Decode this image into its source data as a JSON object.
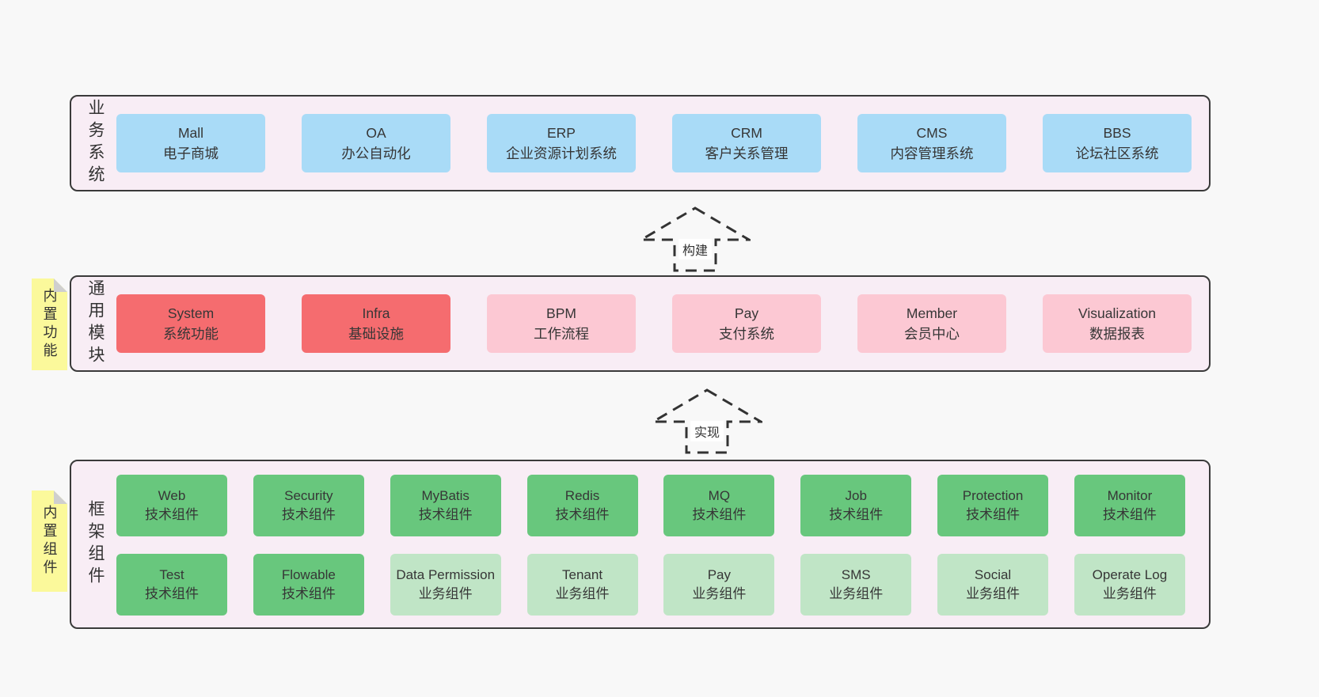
{
  "colors": {
    "page_bg": "#f8f8f8",
    "panel_bg": "#f8edf5",
    "panel_border": "#3a3a3a",
    "blue_box": "#a9dbf7",
    "red_box": "#f56c6f",
    "pink_box": "#fcc8d3",
    "green_dark_box": "#68c77d",
    "green_light_box": "#c0e5c6",
    "note_yellow": "#fbf99b",
    "note_fold_gray": "#cfcfcf",
    "text": "#363636"
  },
  "arrows": [
    {
      "label": "构建"
    },
    {
      "label": "实现"
    }
  ],
  "sections": {
    "business": {
      "label": "业务系统",
      "boxes": [
        {
          "en": "Mall",
          "zh": "电子商城"
        },
        {
          "en": "OA",
          "zh": "办公自动化"
        },
        {
          "en": "ERP",
          "zh": "企业资源计划系统"
        },
        {
          "en": "CRM",
          "zh": "客户关系管理"
        },
        {
          "en": "CMS",
          "zh": "内容管理系统"
        },
        {
          "en": "BBS",
          "zh": "论坛社区系统"
        }
      ]
    },
    "modules": {
      "label": "通用模块",
      "note": "内置功能",
      "boxes": [
        {
          "en": "System",
          "zh": "系统功能",
          "tone": "red"
        },
        {
          "en": "Infra",
          "zh": "基础设施",
          "tone": "red"
        },
        {
          "en": "BPM",
          "zh": "工作流程",
          "tone": "pink"
        },
        {
          "en": "Pay",
          "zh": "支付系统",
          "tone": "pink"
        },
        {
          "en": "Member",
          "zh": "会员中心",
          "tone": "pink"
        },
        {
          "en": "Visualization",
          "zh": "数据报表",
          "tone": "pink"
        }
      ]
    },
    "framework": {
      "label": "框架组件",
      "note": "内置组件",
      "rows": [
        [
          {
            "en": "Web",
            "zh": "技术组件",
            "tone": "green-dark"
          },
          {
            "en": "Security",
            "zh": "技术组件",
            "tone": "green-dark"
          },
          {
            "en": "MyBatis",
            "zh": "技术组件",
            "tone": "green-dark"
          },
          {
            "en": "Redis",
            "zh": "技术组件",
            "tone": "green-dark"
          },
          {
            "en": "MQ",
            "zh": "技术组件",
            "tone": "green-dark"
          },
          {
            "en": "Job",
            "zh": "技术组件",
            "tone": "green-dark"
          },
          {
            "en": "Protection",
            "zh": "技术组件",
            "tone": "green-dark"
          },
          {
            "en": "Monitor",
            "zh": "技术组件",
            "tone": "green-dark"
          }
        ],
        [
          {
            "en": "Test",
            "zh": "技术组件",
            "tone": "green-dark"
          },
          {
            "en": "Flowable",
            "zh": "技术组件",
            "tone": "green-dark"
          },
          {
            "en": "Data Permission",
            "zh": "业务组件",
            "tone": "green-light"
          },
          {
            "en": "Tenant",
            "zh": "业务组件",
            "tone": "green-light"
          },
          {
            "en": "Pay",
            "zh": "业务组件",
            "tone": "green-light"
          },
          {
            "en": "SMS",
            "zh": "业务组件",
            "tone": "green-light"
          },
          {
            "en": "Social",
            "zh": "业务组件",
            "tone": "green-light"
          },
          {
            "en": "Operate Log",
            "zh": "业务组件",
            "tone": "green-light"
          }
        ]
      ]
    }
  }
}
